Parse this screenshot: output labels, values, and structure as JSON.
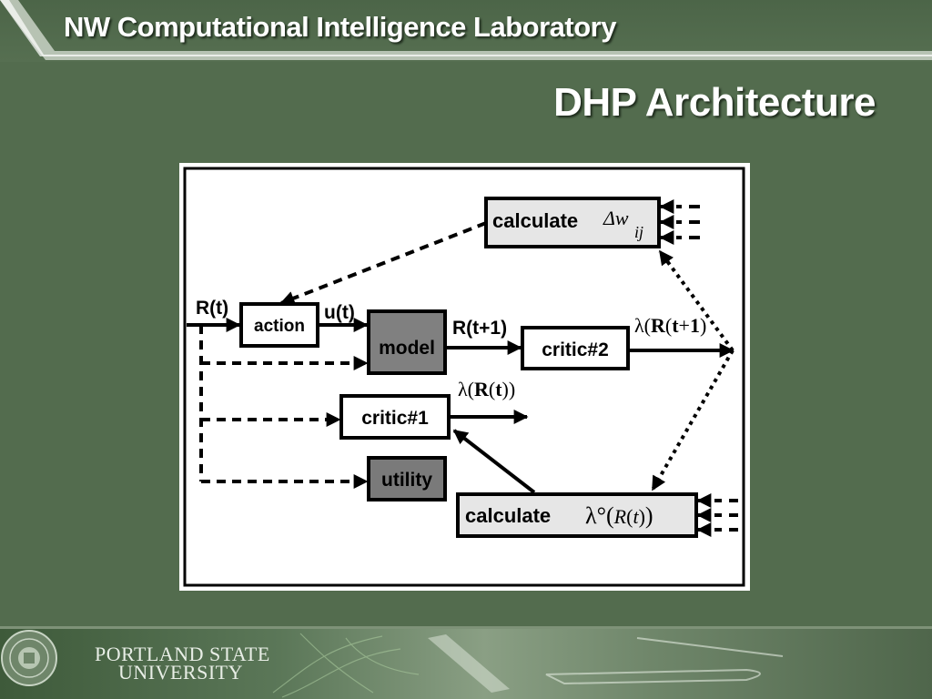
{
  "header": {
    "lab_title": "NW Computational Intelligence Laboratory"
  },
  "slide": {
    "title": "DHP Architecture"
  },
  "diagram": {
    "nodes": {
      "calc_dw": {
        "label": "calculate"
      },
      "action": {
        "label": "action"
      },
      "model": {
        "label": "model"
      },
      "critic2": {
        "label": "critic#2"
      },
      "critic1": {
        "label": "critic#1"
      },
      "utility": {
        "label": "utility"
      },
      "calc_lambda": {
        "label": "calculate"
      }
    },
    "labels": {
      "r_t": "R(t)",
      "u_t": "u(t)",
      "r_t1": "R(t+1)"
    }
  },
  "footer": {
    "university_line1": "PORTLAND STATE",
    "university_line2": "UNIVERSITY"
  },
  "colors": {
    "background": "#536c4e",
    "model_fill": "#808080",
    "utility_fill": "#7a7a7a",
    "calc_fill": "#e6e6e6"
  }
}
